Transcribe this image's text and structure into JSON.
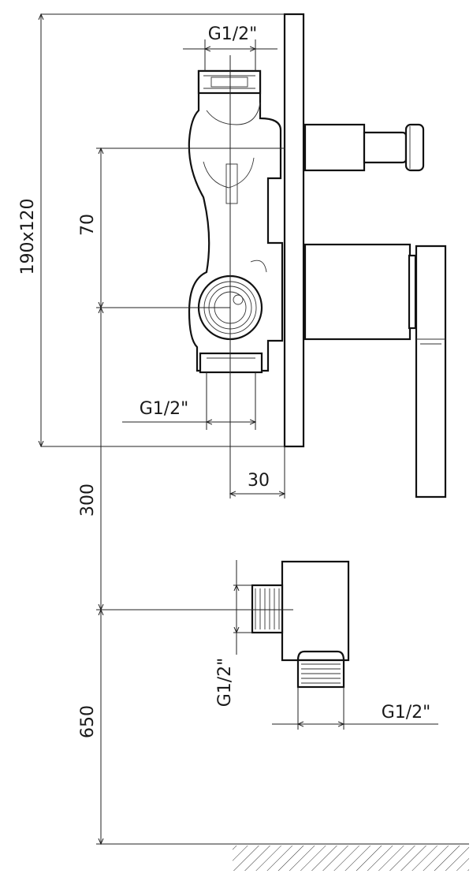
{
  "dimensions": {
    "plate_size": "190x120",
    "inlet_spacing": "70",
    "mixer_height": "300",
    "outlet_height": "650",
    "plate_depth": "30"
  },
  "threads": {
    "mixer_top": "G1/2\"",
    "mixer_bottom": "G1/2\"",
    "elbow_inlet": "G1/2\"",
    "elbow_outlet": "G1/2\""
  }
}
